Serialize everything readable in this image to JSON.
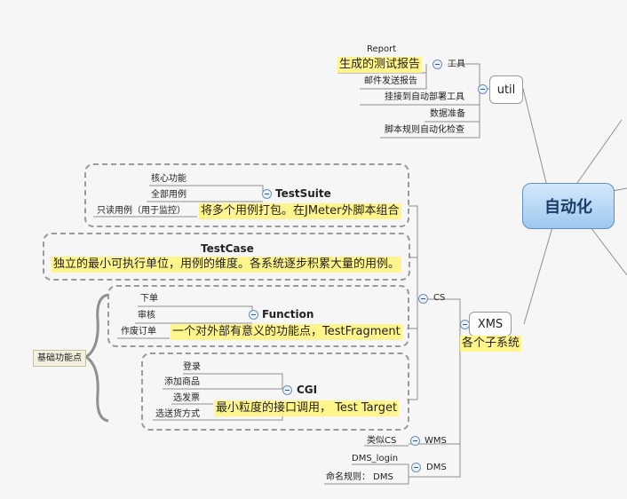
{
  "root": {
    "label": "自动化"
  },
  "util": {
    "label": "util",
    "tools": {
      "label": "工具",
      "report_title": "Report",
      "report_desc": "生成的测试报告",
      "mail": "邮件发送报告"
    },
    "items": [
      "挂接到自动部署工具",
      "数据准备",
      "脚本规则自动化检查"
    ]
  },
  "xms": {
    "label": "XMS",
    "desc": "各个子系统",
    "cs": {
      "label": "CS",
      "testsuite": {
        "label": "TestSuite",
        "items": [
          "核心功能",
          "全部用例",
          "只读用例（用于监控）"
        ],
        "desc": "将多个用例打包。在JMeter外脚本组合"
      },
      "testcase": {
        "label": "TestCase",
        "desc": "独立的最小可执行单位，用例的维度。各系统逐步积累大量的用例。"
      },
      "function": {
        "label": "Function",
        "items": [
          "下单",
          "审核",
          "作废订单"
        ],
        "desc": "一个对外部有意义的功能点，TestFragment"
      },
      "cgi": {
        "label": "CGI",
        "items": [
          "登录",
          "添加商品",
          "选发票",
          "选送货方式"
        ],
        "desc": "最小粒度的接口调用， Test Target"
      },
      "side_label": "基础功能点"
    },
    "wms": {
      "label": "WMS",
      "note": "类似CS"
    },
    "dms": {
      "label": "DMS",
      "items": [
        "DMS_login",
        "命名规则： DMS"
      ]
    }
  },
  "colors": {
    "highlight": "#fff58c",
    "root_fill": "#9dc8ee",
    "dash": "#9a9a9a"
  }
}
